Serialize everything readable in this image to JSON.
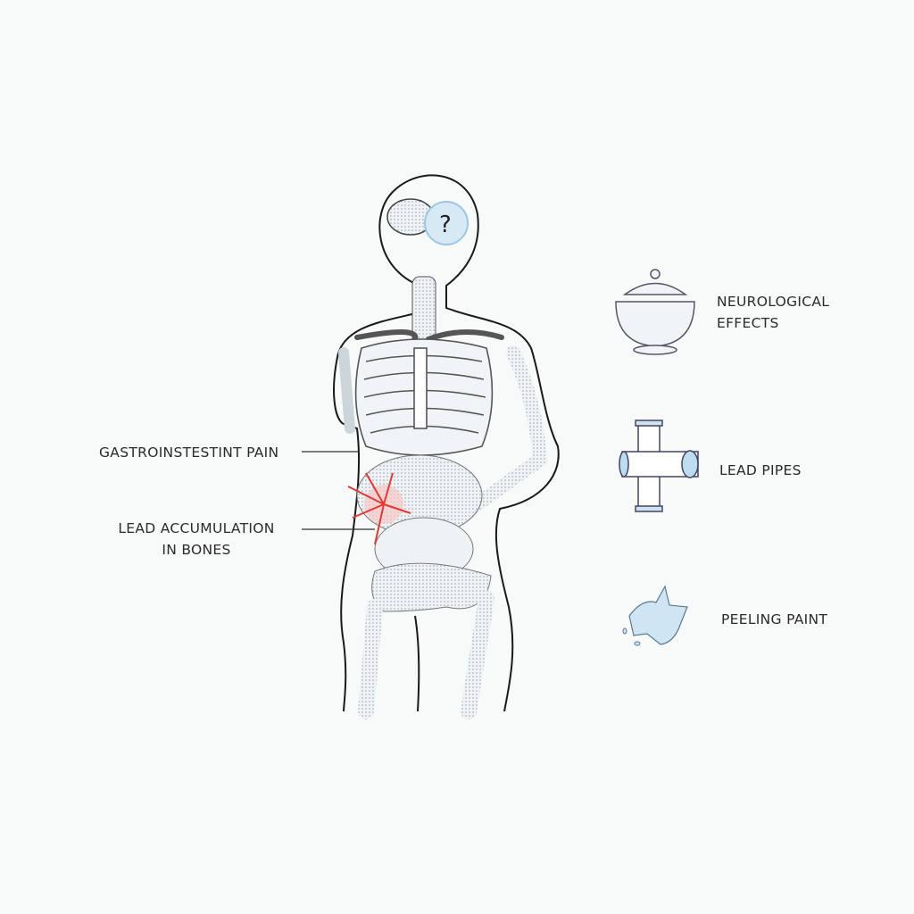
{
  "labels": {
    "gi_pain": "GASTROINSTESTINT PAIN",
    "lead_bones_line1": "LEAD ACCUMULATION",
    "lead_bones_line2": "IN BONES",
    "neuro_line1": "NEUROLOGICAL",
    "neuro_line2": "EFFECTS",
    "lead_pipes": "LEAD PIPES",
    "peeling_paint": "PEELING PAINT"
  },
  "colors": {
    "outline": "#1a1a1a",
    "bone": "#dfe6ea",
    "accent_blue": "#bcdcef",
    "pain_red": "#e03a35"
  }
}
